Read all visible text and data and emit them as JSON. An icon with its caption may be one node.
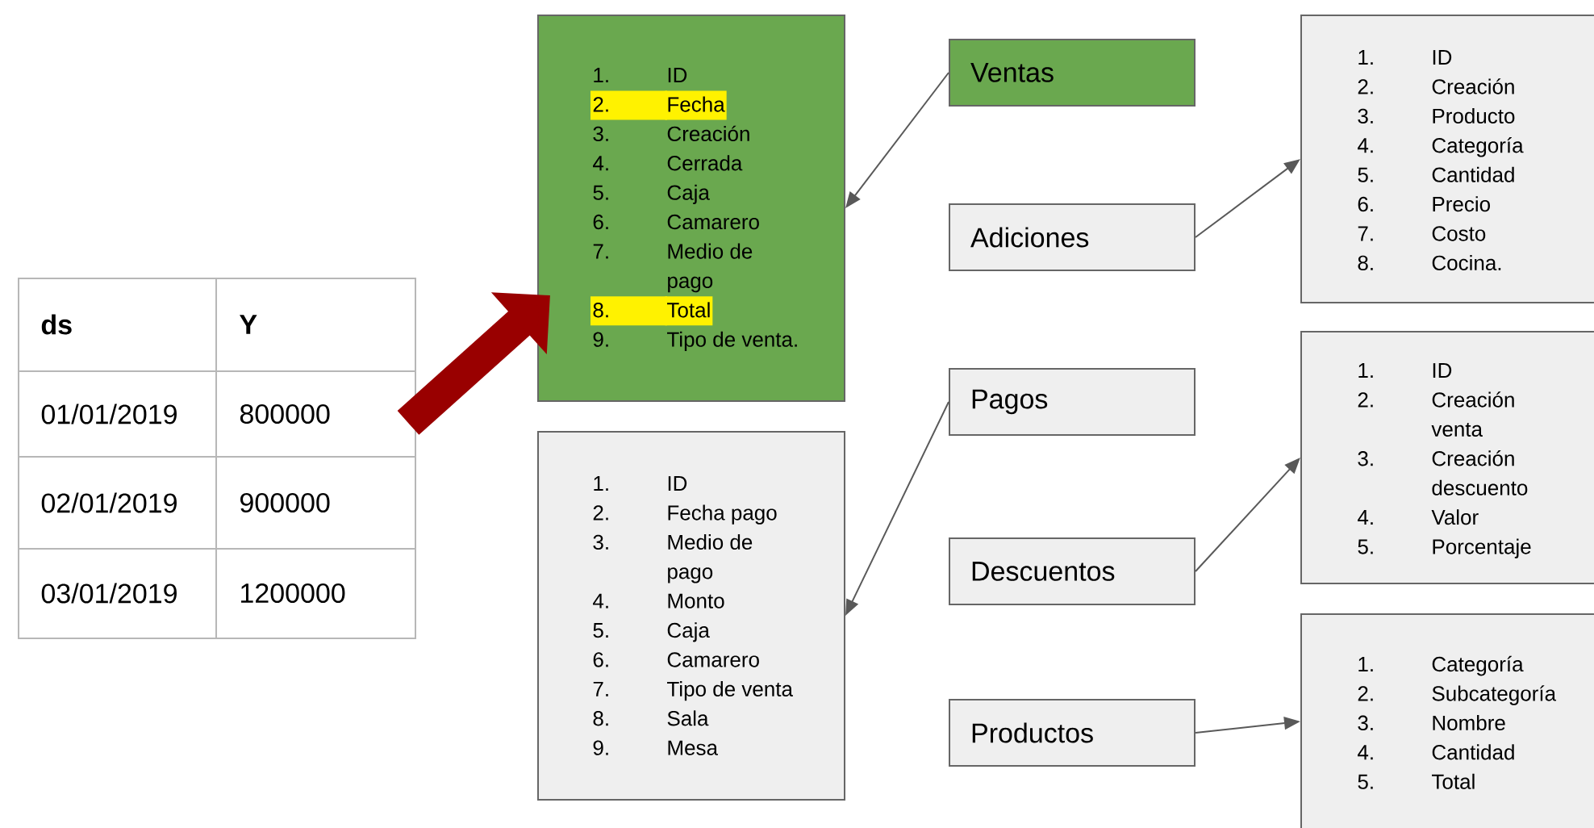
{
  "diagram": {
    "nodes": [
      {
        "text": [
          "ds",
          "Y",
          "01/01/2019",
          "800000",
          "02/01/2019",
          "900000",
          "03/01/2019",
          "1200000"
        ]
      },
      {
        "text": [
          "1.",
          "ID",
          "2.",
          "Fecha",
          "3.",
          "Creación",
          "4.",
          "Cerrada",
          "5.",
          "Caja",
          "6.",
          "Camarero",
          "7.",
          "Medio de pago",
          "8.",
          "Total",
          "9.",
          "Tipo de venta."
        ]
      },
      {
        "text": [
          "1.",
          "ID",
          "2.",
          "Fecha pago",
          "3.",
          "Medio de pago",
          "4.",
          "Monto",
          "5.",
          "Caja",
          "6.",
          "Camarero",
          "7.",
          "Tipo de venta",
          "8.",
          "Sala",
          "9.",
          "Mesa"
        ]
      },
      {
        "text": [
          "Ventas"
        ]
      },
      {
        "text": [
          "Adiciones"
        ]
      },
      {
        "text": [
          "Pagos"
        ]
      },
      {
        "text": [
          "Descuentos"
        ]
      },
      {
        "text": [
          "Productos"
        ]
      },
      {
        "text": [
          "1.",
          "ID",
          "2.",
          "Creación",
          "3.",
          "Producto",
          "4.",
          "Categoría",
          "5.",
          "Cantidad",
          "6.",
          "Precio",
          "7.",
          "Costo",
          "8.",
          "Cocina."
        ]
      },
      {
        "text": [
          "1.",
          "ID",
          "2.",
          "Creación venta",
          "3.",
          "Creación descuento",
          "4.",
          "Valor",
          "5.",
          "Porcentaje"
        ]
      },
      {
        "text": [
          "1.",
          "Categoría",
          "2.",
          "Subcategoría",
          "3.",
          "Nombre",
          "4.",
          "Cantidad",
          "5.",
          "Total"
        ]
      }
    ],
    "edges": [
      {
        "from": 0,
        "to": 1,
        "arrow": "to",
        "style": "thick",
        "color": "#990000"
      },
      {
        "from": 3,
        "to": 1,
        "arrow": "to"
      },
      {
        "from": 5,
        "to": 2,
        "arrow": "to"
      },
      {
        "from": 4,
        "to": 8,
        "arrow": "to"
      },
      {
        "from": 6,
        "to": 9,
        "arrow": "to"
      },
      {
        "from": 7,
        "to": 10,
        "arrow": "to"
      }
    ]
  }
}
